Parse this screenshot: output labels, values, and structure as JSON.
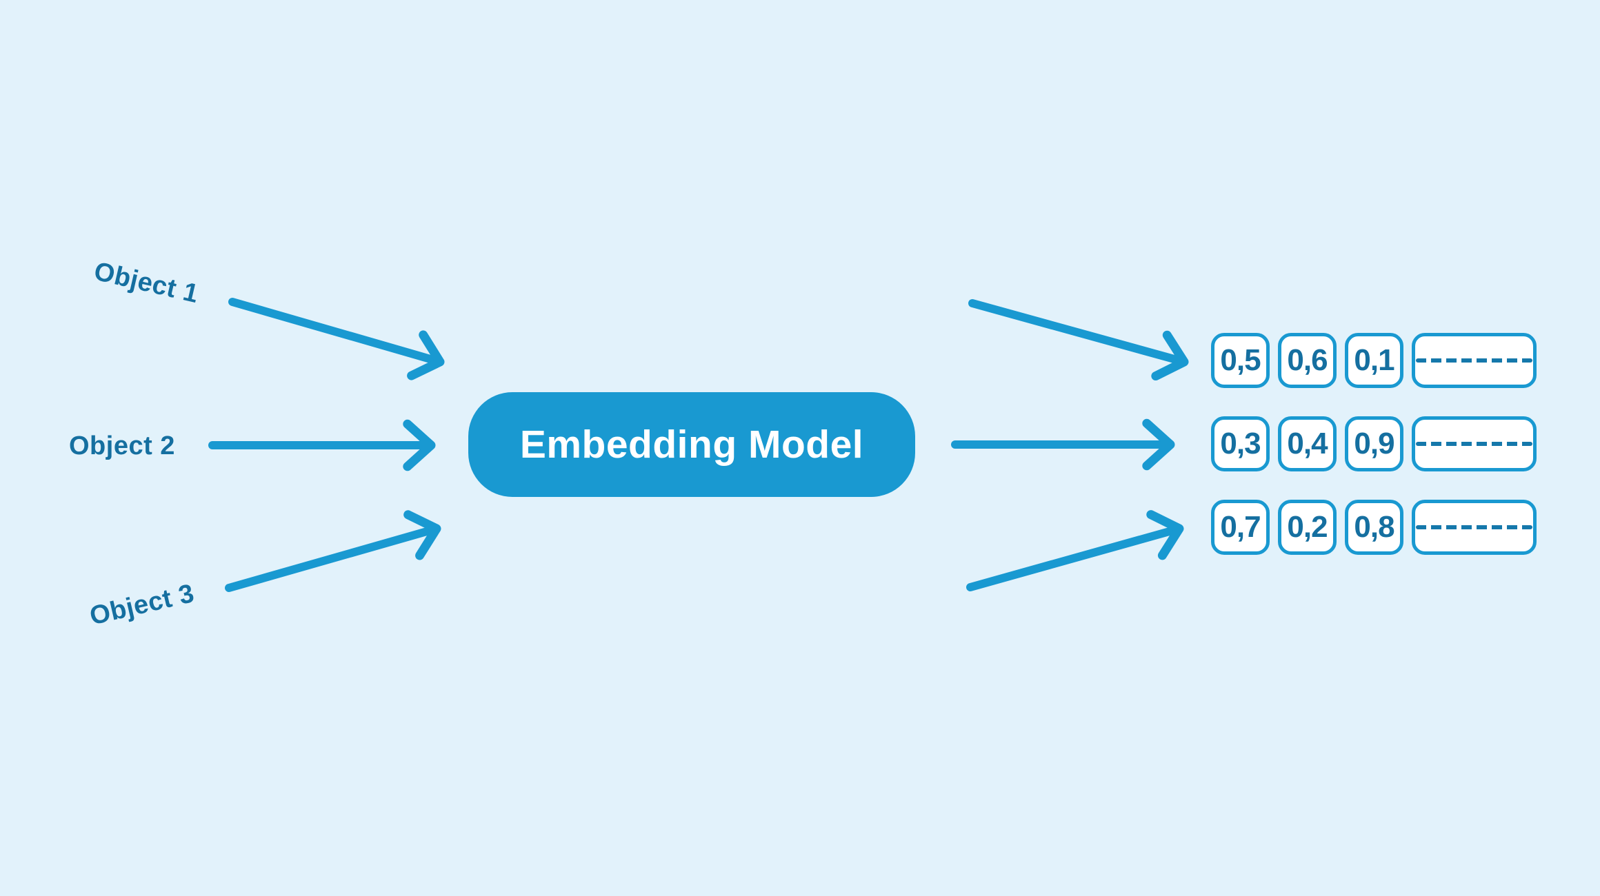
{
  "canvas": {
    "background": "#e2f2fb",
    "accent": "#1999d1",
    "dark_text": "#156fa0",
    "dash_color": "#1578ab",
    "box_fill": "#ffffff",
    "pill_text_color": "#ffffff"
  },
  "inputs": [
    {
      "label": "Object 1"
    },
    {
      "label": "Object 2"
    },
    {
      "label": "Object 3"
    }
  ],
  "model": {
    "label": "Embedding Model"
  },
  "vectors": {
    "rows": [
      {
        "values": [
          "0,5",
          "0,6",
          "0,1"
        ],
        "placeholder": "--------"
      },
      {
        "values": [
          "0,3",
          "0,4",
          "0,9"
        ],
        "placeholder": "--------"
      },
      {
        "values": [
          "0,7",
          "0,2",
          "0,8"
        ],
        "placeholder": "--------"
      }
    ]
  }
}
